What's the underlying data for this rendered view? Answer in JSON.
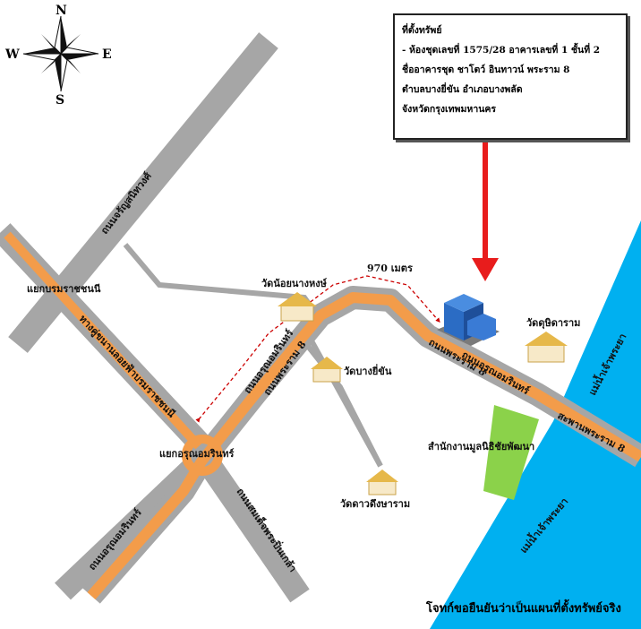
{
  "compass": {
    "north": "N",
    "south": "S",
    "east": "E",
    "west": "W"
  },
  "info_box": {
    "title": "ที่ตั้งทรัพย์",
    "line1": "-  ห้องชุดเลขที่  1575/28    อาคารเลขที่ 1   ชั้นที่ 2",
    "line2": "ชื่ออาคารชุด ชาโตว์ อินทาวน์ พระราม 8",
    "line3": "ตำบลบางยี่ขัน        อำเภอบางพลัด",
    "line4": "จังหวัดกรุงเทพมหานคร"
  },
  "roads": {
    "jaransanitwong": "ถนนจรัญสนิทวงศ์",
    "borommaratchachonnani": "ทางคู่ขนานลอยฟ้าบรมราชชนนี",
    "arun_amarin_1": "ถนนอรุณอมรินทร์",
    "rama8_1": "ถนนพระราม 8",
    "rama8_2": "ถนนพระราม 8",
    "arun_amarin_2": "ถนนอรุณอมรินทร์",
    "arun_amarin_3": "ถนนอรุณอมรินทร์",
    "somdet_pinklao": "ถนนสมเด็จพระปิ่นเกล้า",
    "rama8_bridge": "สะพานพระราม 8",
    "chao_phraya_1": "แม่น้ำเจ้าพระยา",
    "chao_phraya_2": "แม่น้ำเจ้าพระยา"
  },
  "places": {
    "yaek_borom": "แยกบรมราชชนนี",
    "yaek_arun": "แยกอรุณอมรินทร์",
    "wat_noi": "วัดน้อยนางหงษ์",
    "wat_bang_yi_khan": "วัดบางยี่ขัน",
    "wat_dao": "วัดดาวดึงษาราม",
    "wat_dusit": "วัดดุษิดาราม",
    "office": "สำนักงานมูลนิธิชัยพัฒนา"
  },
  "distance": "970  เมตร",
  "caption": "โจทก์ขอยืนยันว่าเป็นแผนที่ตั้งทรัพย์จริง",
  "colors": {
    "road_gray": "#a6a6a6",
    "road_orange": "#f39c4a",
    "river": "#00b0f0",
    "park": "#8bd24a",
    "pointer": "#e81c1c"
  }
}
